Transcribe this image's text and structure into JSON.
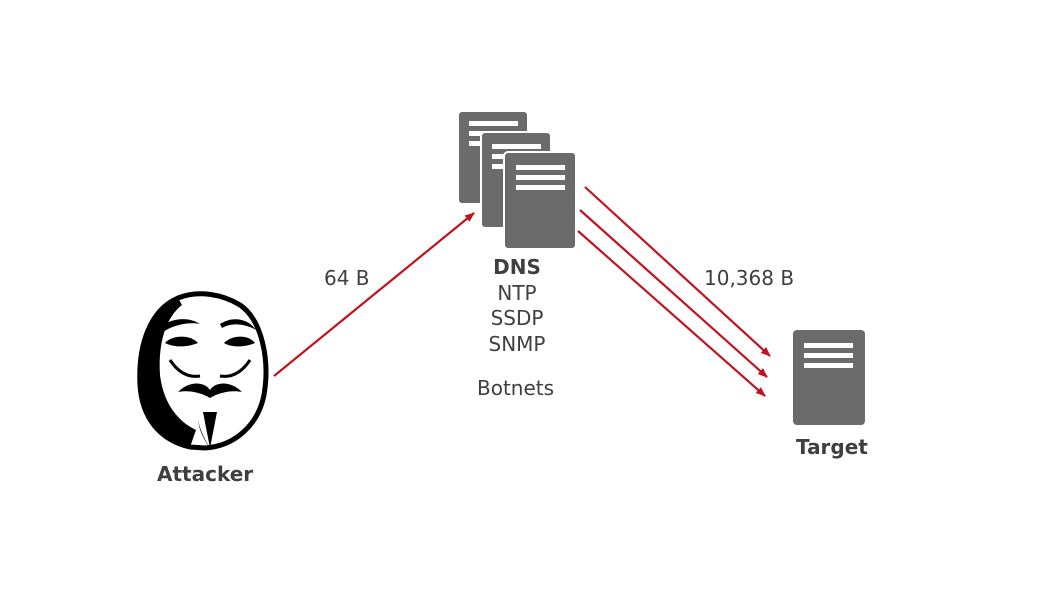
{
  "nodes": {
    "attacker": {
      "label": "Attacker",
      "icon": "anonymous-mask-icon"
    },
    "botnets": {
      "label": "Botnets",
      "icon": "server-stack-icon",
      "protocols": [
        "DNS",
        "NTP",
        "SSDP",
        "SNMP"
      ]
    },
    "target": {
      "label": "Target",
      "icon": "server-icon"
    }
  },
  "edges": {
    "request": {
      "from": "Attacker",
      "to": "Botnets",
      "label": "64 B"
    },
    "response": {
      "from": "Botnets",
      "to": "Target",
      "label": "10,368 B"
    }
  },
  "colors": {
    "arrow": "#c1121f",
    "server": "#6b6b6b",
    "text": "#3f3f3f",
    "mask": "#000000"
  }
}
